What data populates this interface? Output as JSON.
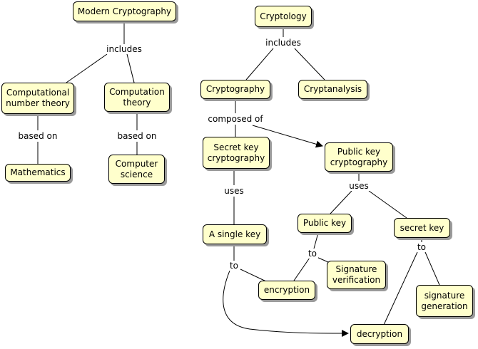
{
  "nodes": {
    "modern_cryptography": "Modern Cryptography",
    "computational_number_theory": "Computational\nnumber theory",
    "computation_theory": "Computation\ntheory",
    "mathematics": "Mathematics",
    "computer_science": "Computer\nscience",
    "cryptology": "Cryptology",
    "cryptography": "Cryptography",
    "cryptanalysis": "Cryptanalysis",
    "secret_key_cryptography": "Secret key\ncryptography",
    "public_key_cryptography": "Public key\ncryptography",
    "a_single_key": "A single key",
    "public_key": "Public key",
    "secret_key": "secret key",
    "signature_verification": "Signature\nverification",
    "encryption": "encryption",
    "signature_generation": "signature\ngeneration",
    "decryption": "decryption"
  },
  "links": {
    "includes_1": "includes",
    "based_on_1": "based on",
    "based_on_2": "based on",
    "includes_2": "includes",
    "composed_of": "composed of",
    "uses_1": "uses",
    "uses_2": "uses",
    "to_1": "to",
    "to_2": "to",
    "to_3": "to"
  },
  "colors": {
    "node_fill": "#ffffcc",
    "node_border": "#000000",
    "node_shadow": "#9a9a9a",
    "line": "#000000"
  }
}
